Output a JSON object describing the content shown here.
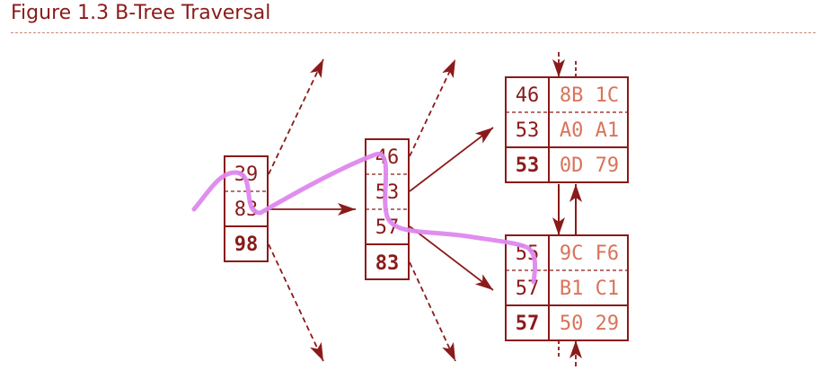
{
  "figure": {
    "title": "Figure 1.3 B-Tree Traversal"
  },
  "colors": {
    "primary": "#8b1a1a",
    "value_text": "#d9735a",
    "traversal_path": "#dd88ee",
    "rule": "#c98a7a"
  },
  "nodes": {
    "root": {
      "keys": [
        "39",
        "83"
      ],
      "high_key": "98"
    },
    "internal": {
      "keys": [
        "46",
        "53",
        "57"
      ],
      "high_key": "83"
    },
    "leaf_top": {
      "entries": [
        {
          "key": "46",
          "value": "8B 1C"
        },
        {
          "key": "53",
          "value": "A0 A1"
        }
      ],
      "high_key": "53",
      "high_value": "0D 79"
    },
    "leaf_bottom": {
      "entries": [
        {
          "key": "55",
          "value": "9C F6"
        },
        {
          "key": "57",
          "value": "B1 C1"
        }
      ],
      "high_key": "57",
      "high_value": "50 29"
    }
  }
}
